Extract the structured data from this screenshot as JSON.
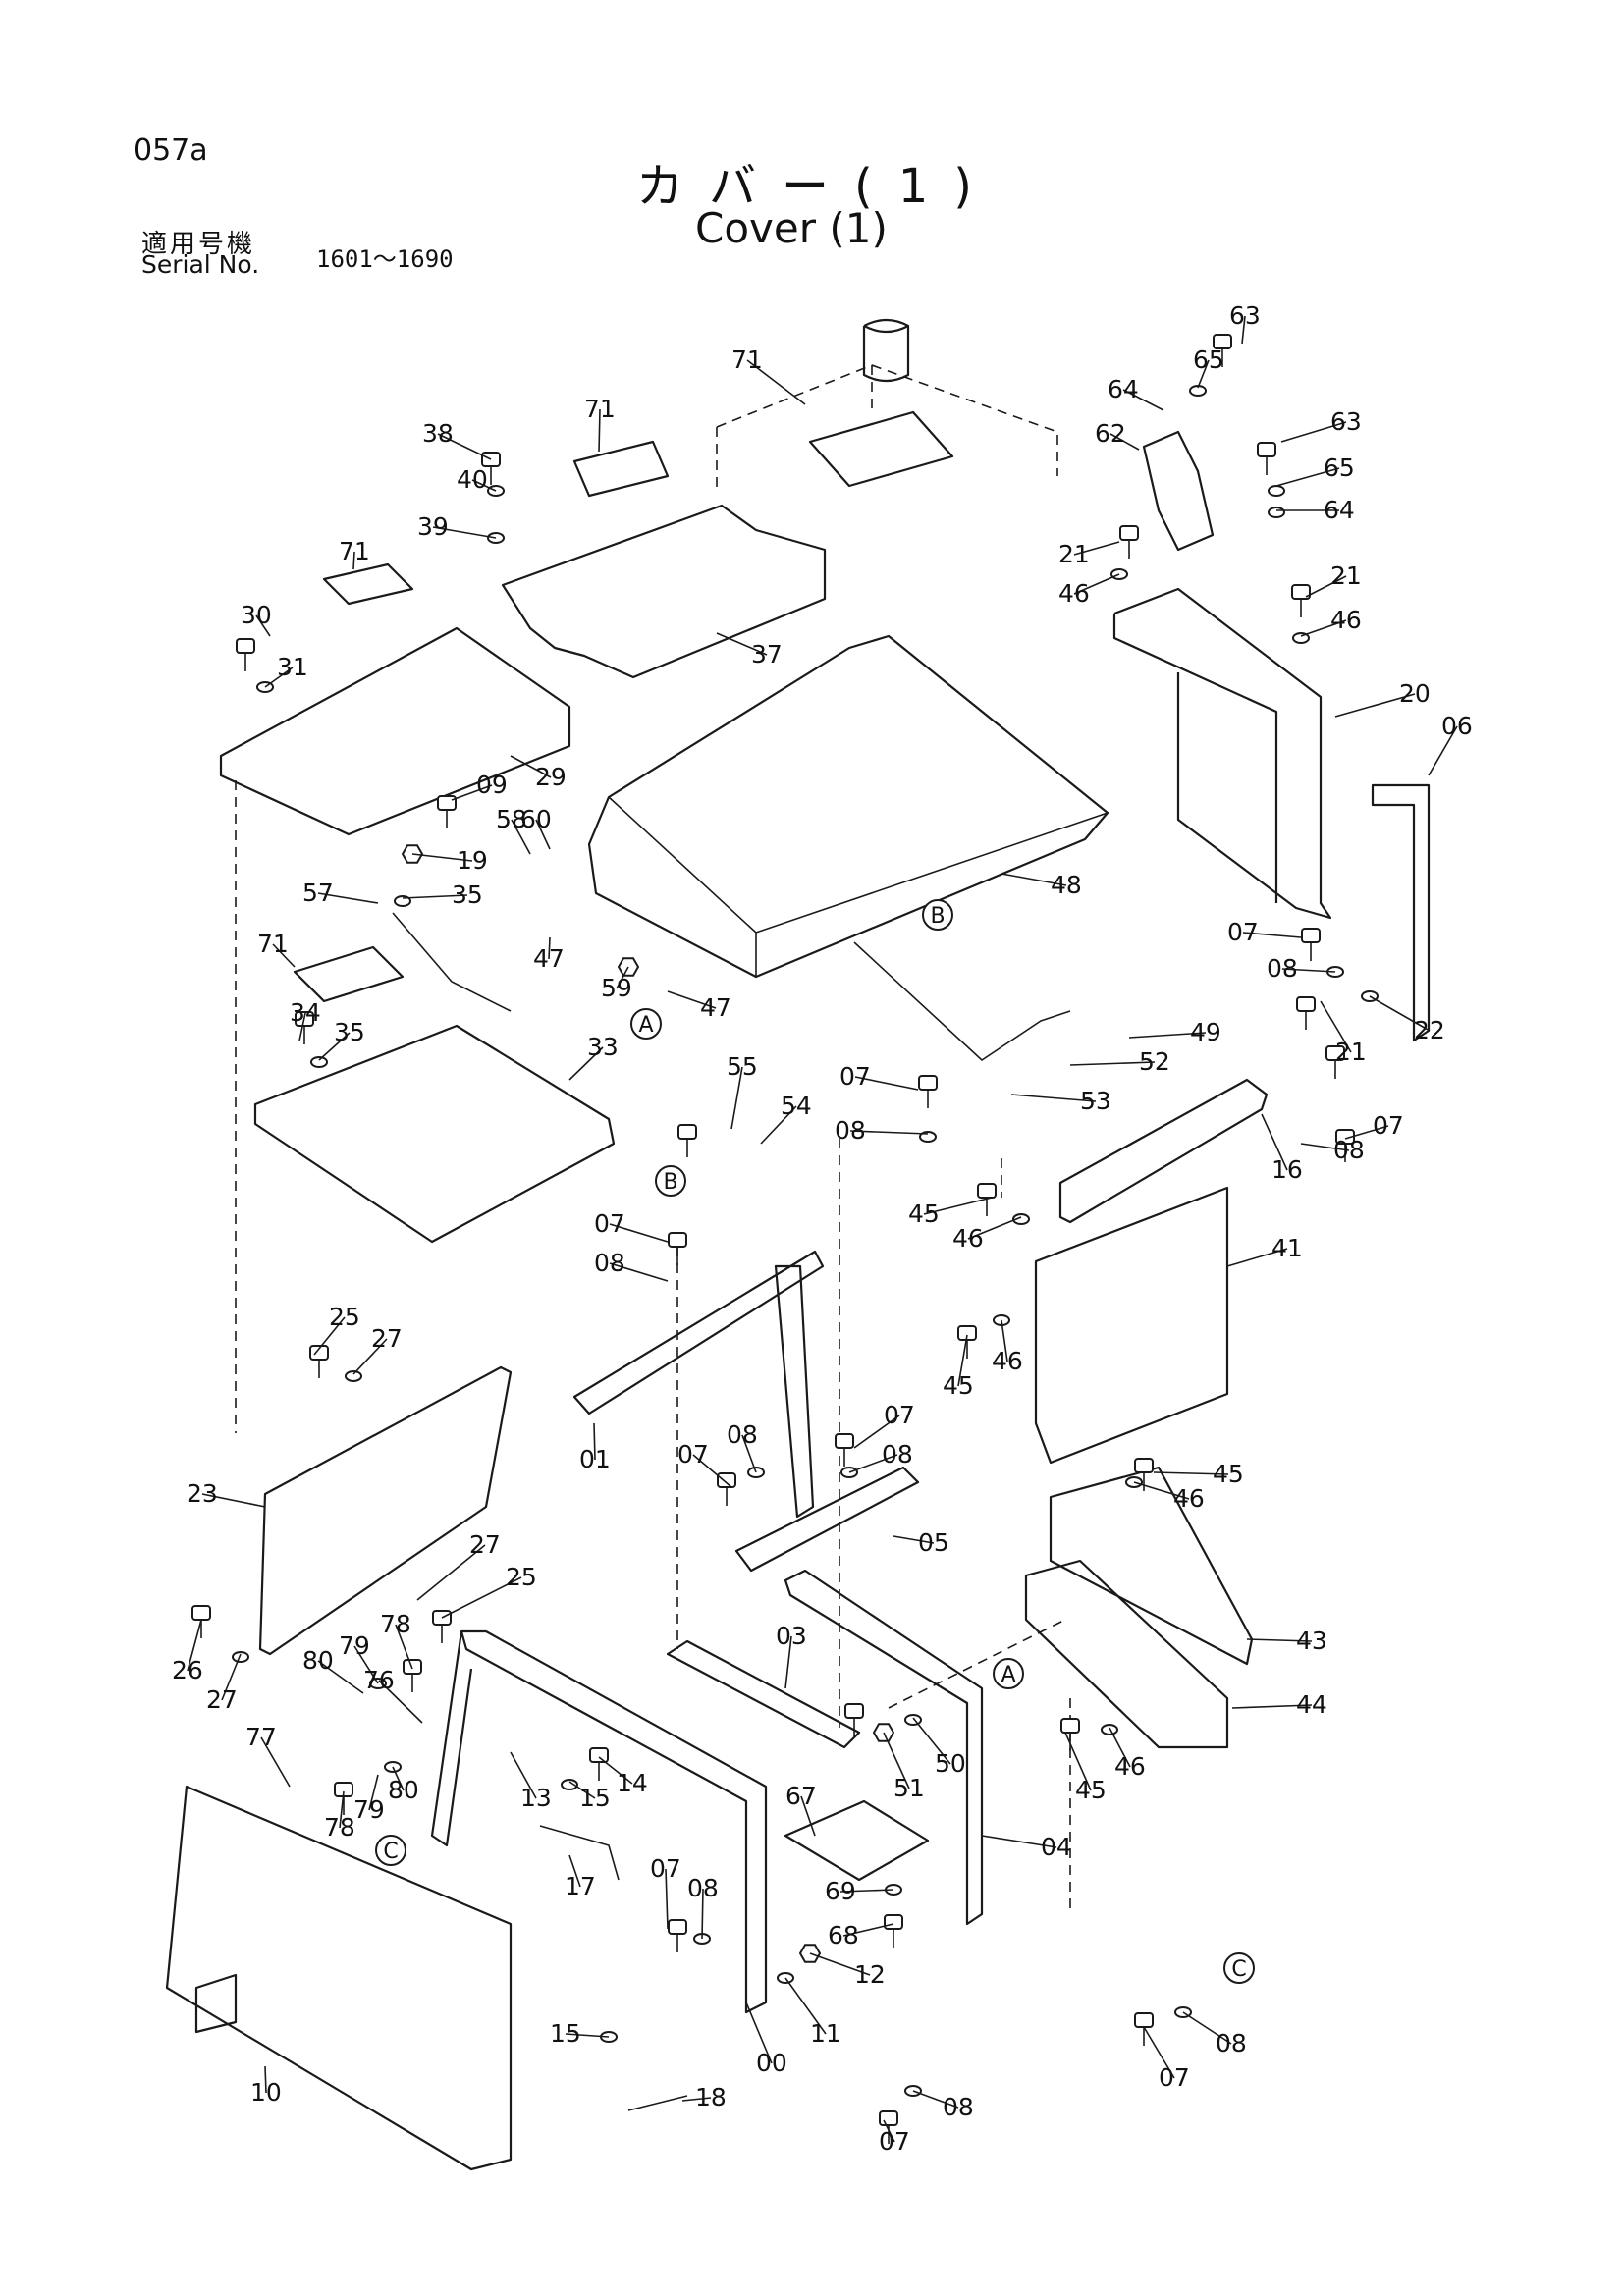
{
  "header": {
    "page_number": "057a",
    "title_jp": "カバー(1)",
    "title_en": "Cover (1)",
    "serial_label_jp": "適用号機",
    "serial_label_en": "Serial No.",
    "serial_range": "1601～1690"
  },
  "callouts": [
    "00",
    "01",
    "03",
    "04",
    "05",
    "06",
    "07",
    "08",
    "09",
    "10",
    "11",
    "12",
    "13",
    "14",
    "15",
    "16",
    "17",
    "18",
    "19",
    "20",
    "21",
    "22",
    "23",
    "25",
    "26",
    "27",
    "29",
    "30",
    "31",
    "33",
    "34",
    "35",
    "37",
    "38",
    "39",
    "40",
    "41",
    "43",
    "44",
    "45",
    "46",
    "47",
    "48",
    "49",
    "50",
    "51",
    "52",
    "53",
    "54",
    "55",
    "57",
    "58",
    "59",
    "60",
    "62",
    "63",
    "64",
    "65",
    "67",
    "68",
    "69",
    "71",
    "76",
    "77",
    "78",
    "79",
    "80"
  ],
  "reference_markers": [
    "A",
    "B",
    "C"
  ],
  "icons": {
    "bolt": "bolt-icon",
    "washer": "washer-icon",
    "nut": "nut-icon",
    "ref_marker": "circled-letter-icon"
  }
}
